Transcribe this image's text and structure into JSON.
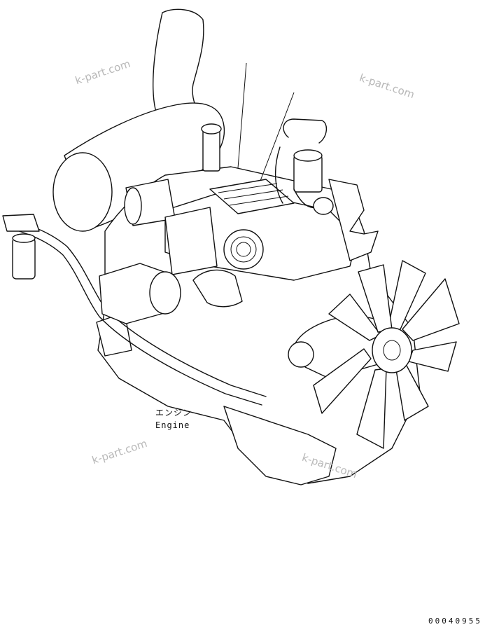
{
  "labels": {
    "engine_jp": "エンジン",
    "engine_en": "Engine"
  },
  "drawing_code": "00040955",
  "watermarks": [
    "k-part.com",
    "k-part.com",
    "k-part.com",
    "k-part.com"
  ],
  "colors": {
    "line": "#111111",
    "background": "#ffffff",
    "watermark": "#b8b8b8"
  }
}
